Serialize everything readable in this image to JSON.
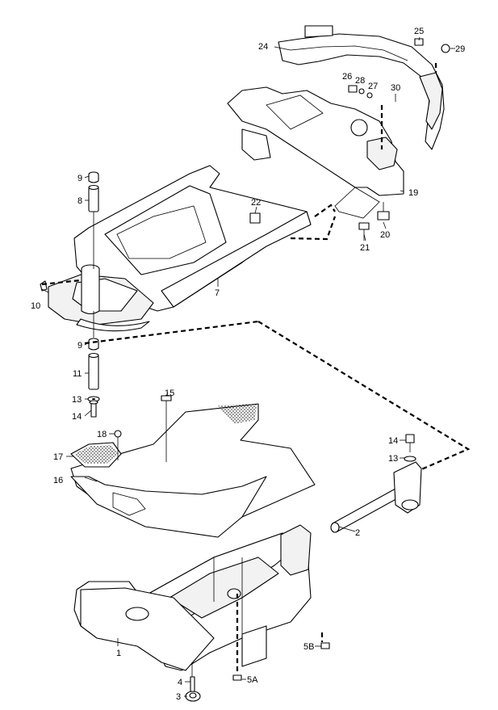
{
  "callouts": {
    "c1": "1",
    "c2": "2",
    "c3": "3",
    "c4": "4",
    "c5a": "5A",
    "c5b": "5B",
    "c7": "7",
    "c8": "8",
    "c9a": "9",
    "c9b": "9",
    "c10": "10",
    "c11": "11",
    "c13a": "13",
    "c13b": "13",
    "c14a": "14",
    "c14b": "14",
    "c15": "15",
    "c16": "16",
    "c17": "17",
    "c18": "18",
    "c19": "19",
    "c20": "20",
    "c21": "21",
    "c22": "22",
    "c24": "24",
    "c25": "25",
    "c26": "26",
    "c27": "27",
    "c28": "28",
    "c29": "29",
    "c30": "30"
  },
  "colors": {
    "ink": "#000000",
    "paper": "#ffffff"
  }
}
